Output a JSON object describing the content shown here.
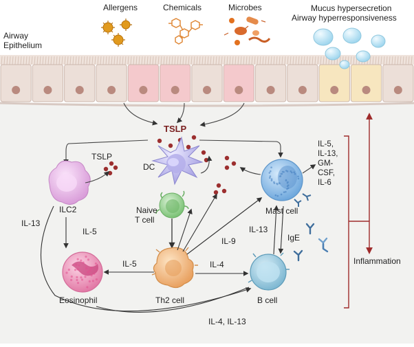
{
  "labels": {
    "airway": "Airway",
    "epithelium": "Epithelium",
    "allergens": "Allergens",
    "chemicals": "Chemicals",
    "microbes": "Microbes",
    "mucus": "Mucus hypersecretion",
    "hyperresp": "Airway hyperresponsiveness",
    "tslp_main": "TSLP",
    "tslp_ilc2": "TSLP",
    "dc": "DC",
    "ilc2": "ILC2",
    "naive1": "Naive",
    "naive2": "T cell",
    "mast": "Mast cell",
    "cyt1": "IL-5,",
    "cyt2": "IL-13,",
    "cyt3": "GM-",
    "cyt4": "CSF,",
    "cyt5": "IL-6",
    "il13_left": "IL-13",
    "il5_v": "IL-5",
    "il5_h": "IL-5",
    "il9": "IL-9",
    "il13_mid": "IL-13",
    "ige": "IgE",
    "il4": "IL-4",
    "eosinophil": "Eosinophil",
    "th2": "Th2 cell",
    "bcell": "B cell",
    "il4_il13": "IL-4, IL-13",
    "inflammation": "Inflammation"
  },
  "colors": {
    "background": "#f2f2f0",
    "epithelial_normal": "#ecdfd8",
    "epithelial_pink": "#f4c9cc",
    "epithelial_yellow": "#f7e6bf",
    "nucleus": "#b98a7f",
    "tslp_dot": "#9c2f2f",
    "bracket": "#9e2a2a",
    "ilc2": "#ecc4ec",
    "dc": "#c9c6f0",
    "naive_t": "#a9dba5",
    "mast": "#9fc9f0",
    "eosinophil": "#f2a7c6",
    "th2": "#f7c48e",
    "bcell": "#a8d4e6",
    "ige": "#3f6e9c"
  }
}
